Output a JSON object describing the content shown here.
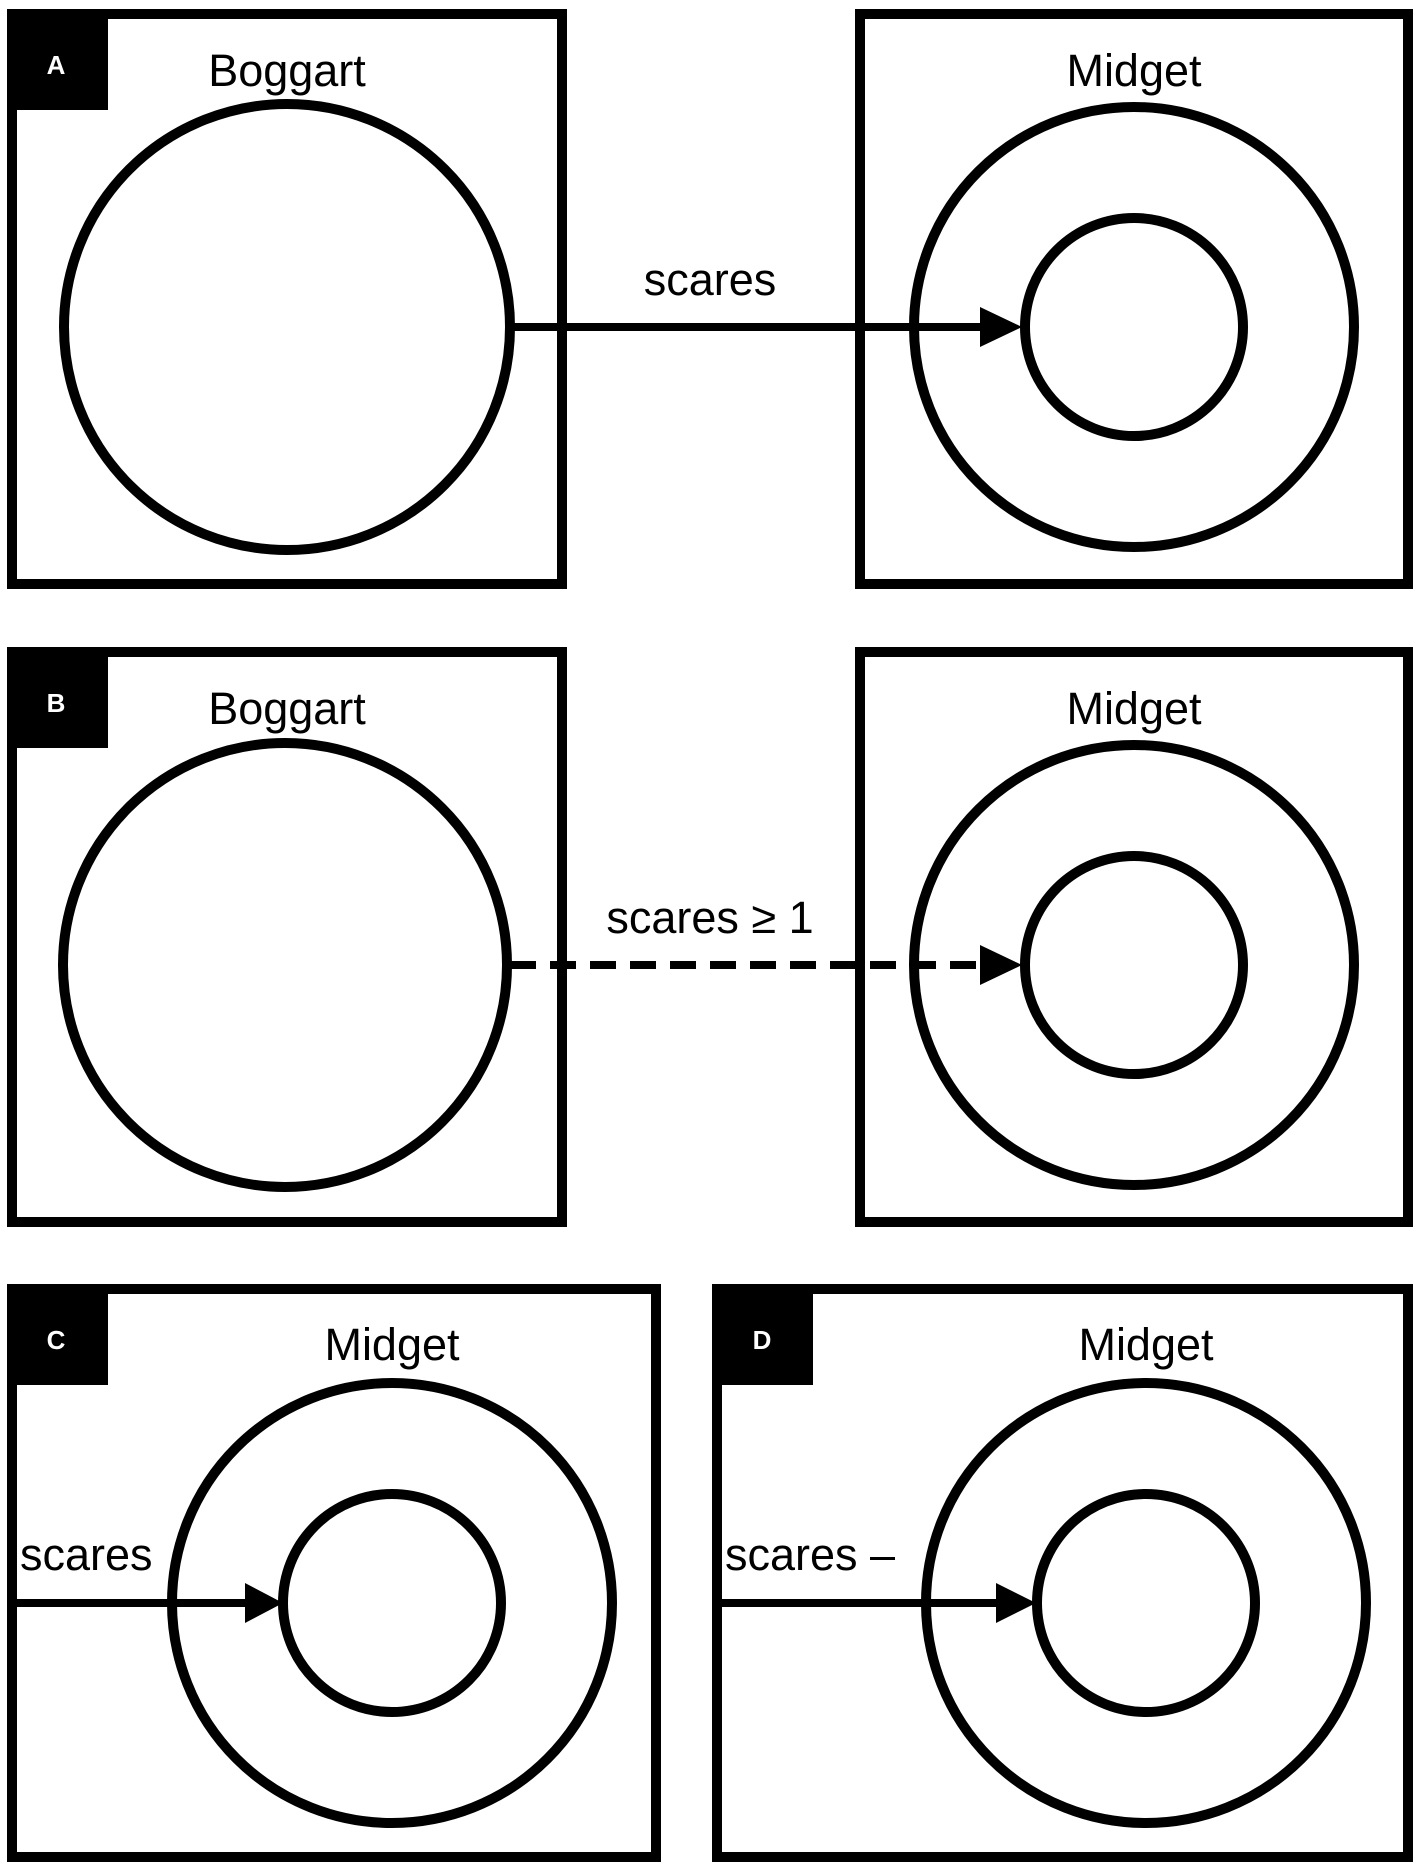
{
  "panels": {
    "a": {
      "tag": "A",
      "left_box": {
        "title": "Boggart"
      },
      "right_box": {
        "title": "Midget"
      },
      "relation": {
        "label": "scares",
        "line_style": "solid"
      }
    },
    "b": {
      "tag": "B",
      "left_box": {
        "title": "Boggart"
      },
      "right_box": {
        "title": "Midget"
      },
      "relation": {
        "label": "scares ≥ 1",
        "line_style": "dashed"
      }
    },
    "c": {
      "tag": "C",
      "box": {
        "title": "Midget"
      },
      "relation": {
        "label": "scares",
        "line_style": "solid"
      }
    },
    "d": {
      "tag": "D",
      "box": {
        "title": "Midget"
      },
      "relation": {
        "label": "scares –",
        "line_style": "solid"
      }
    }
  },
  "colors": {
    "stroke": "#000000",
    "background": "#ffffff",
    "tag_text": "#ffffff"
  }
}
